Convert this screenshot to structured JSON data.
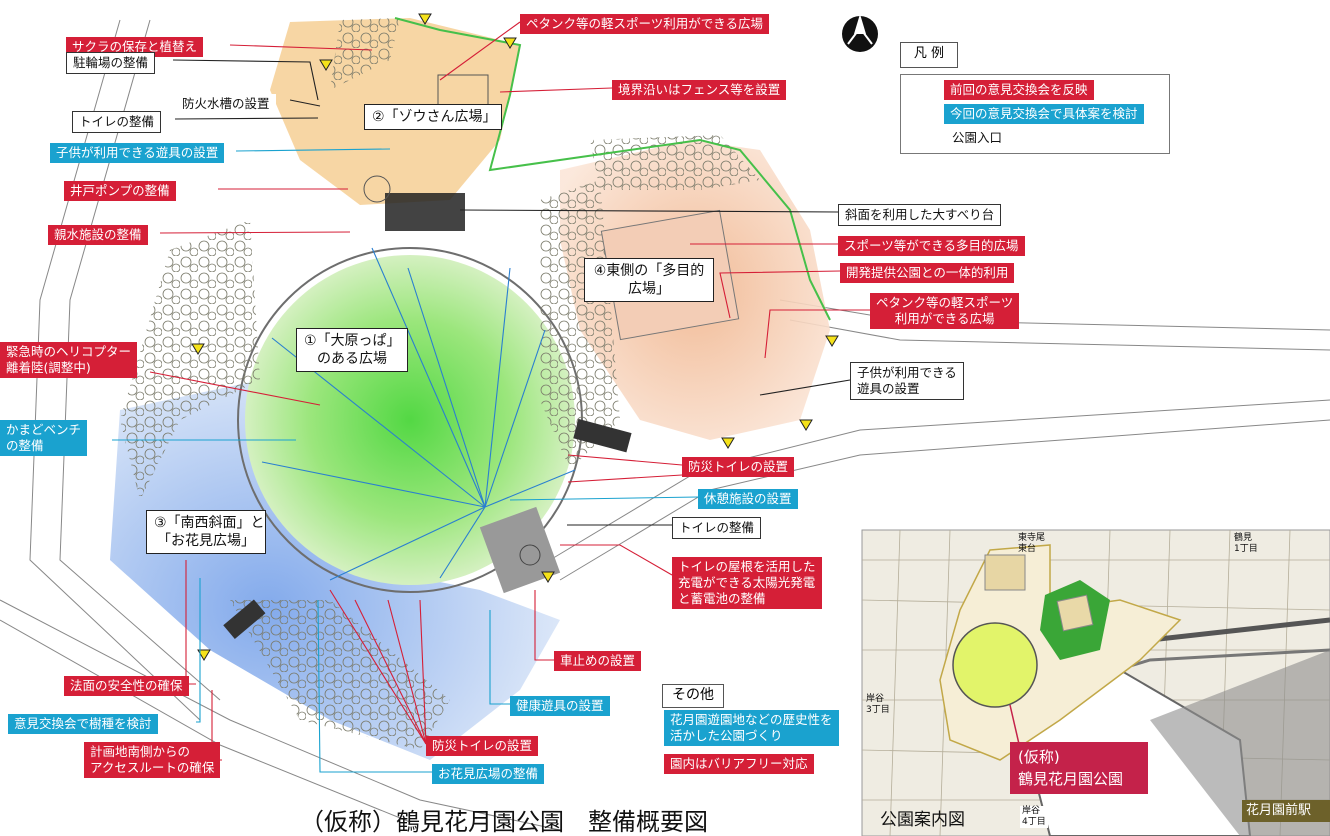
{
  "title": "（仮称）鶴見花月園公園　整備概要図",
  "legend": {
    "title": "凡 例",
    "reflect_prev": "前回の意見交換会を反映",
    "review_now": "今回の意見交換会で具体案を検討",
    "entrance": "公園入口"
  },
  "zones": {
    "zousan": "②「ゾウさん広場」",
    "ohara_1": "①「大原っぱ」",
    "ohara_2": "のある広場",
    "east_1": "④東側の「多目的",
    "east_2": "広場」",
    "sw_1": "③「南西斜面」と",
    "sw_2": "「お花見広場」"
  },
  "labels": {
    "sakura": "サクラの保存と植替え",
    "petanque_top": "ペタンク等の軽スポーツ利用ができる広場",
    "bicycle": "駐輪場の整備",
    "water_tank": "防火水槽の設置",
    "toilet_nw": "トイレの整備",
    "fence": "境界沿いはフェンス等を設置",
    "play_nw": "子供が利用できる遊具の設置",
    "well_pump": "井戸ポンプの整備",
    "slide": "斜面を利用した大すべり台",
    "water_play": "親水施設の整備",
    "sports_multi": "スポーツ等ができる多目的広場",
    "dev_park": "開発提供公園との一体的利用",
    "petanque_east_1": "ペタンク等の軽スポーツ",
    "petanque_east_2": "利用ができる広場",
    "heli_1": "緊急時のヘリコプター",
    "heli_2": "離着陸(調整中)",
    "play_east_1": "子供が利用できる",
    "play_east_2": "遊具の設置",
    "kamado_1": "かまどベンチ",
    "kamado_2": "の整備",
    "disaster_toilet_e": "防災トイレの設置",
    "rest": "休憩施設の設置",
    "toilet_s": "トイレの整備",
    "solar_1": "トイレの屋根を活用した",
    "solar_2": "充電ができる太陽光発電",
    "solar_3": "と蓄電池の整備",
    "bollard": "車止めの設置",
    "slope": "法面の安全性の確保",
    "trees": "意見交換会で樹種を検討",
    "access_1": "計画地南側からの",
    "access_2": "アクセスルートの確保",
    "health": "健康遊具の設置",
    "disaster_toilet_s": "防災トイレの設置",
    "hanami": "お花見広場の整備"
  },
  "other": {
    "title": "その他",
    "history_1": "花月園遊園地などの歴史性を",
    "history_2": "活かした公園づくり",
    "barrier_free": "園内はバリアフリー対応"
  },
  "inset": {
    "caption": "公園案内図",
    "park_1": "(仮称)",
    "park_2": "鶴見花月園公園",
    "station": "花月園前駅",
    "town_north_1": "東寺尾",
    "town_north_2": "東台",
    "town_ne_1": "鶴見",
    "town_ne_2": "1丁目",
    "town_w_1": "岸谷",
    "town_w_2": "3丁目",
    "town_s_1": "岸谷",
    "town_s_2": "4丁目"
  },
  "colors": {
    "red": "#d51f37",
    "blue": "#1aa2cf",
    "entrance_marker": "#f5e21a",
    "green_field": "#8ce05a",
    "orange_plaza": "#f3c88f",
    "blue_slope": "#9fc0ec"
  }
}
